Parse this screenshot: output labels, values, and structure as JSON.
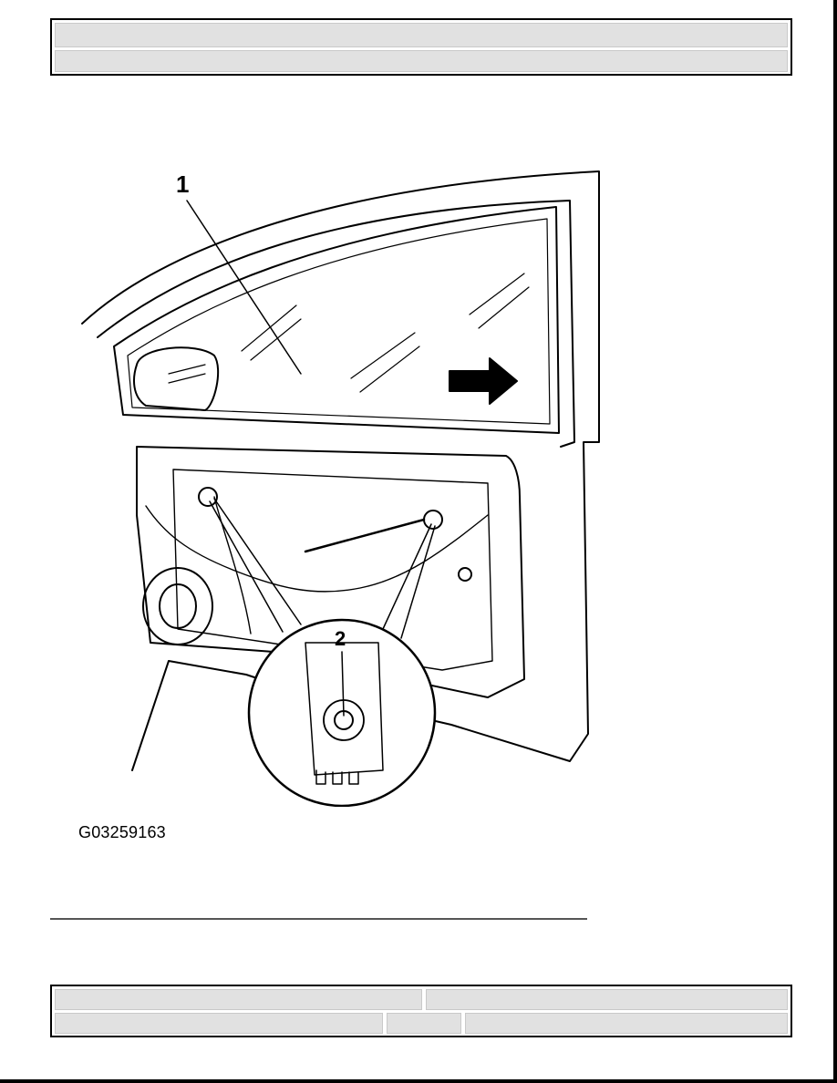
{
  "figure": {
    "callouts": [
      "1",
      "2"
    ],
    "id_label": "G03259163"
  }
}
